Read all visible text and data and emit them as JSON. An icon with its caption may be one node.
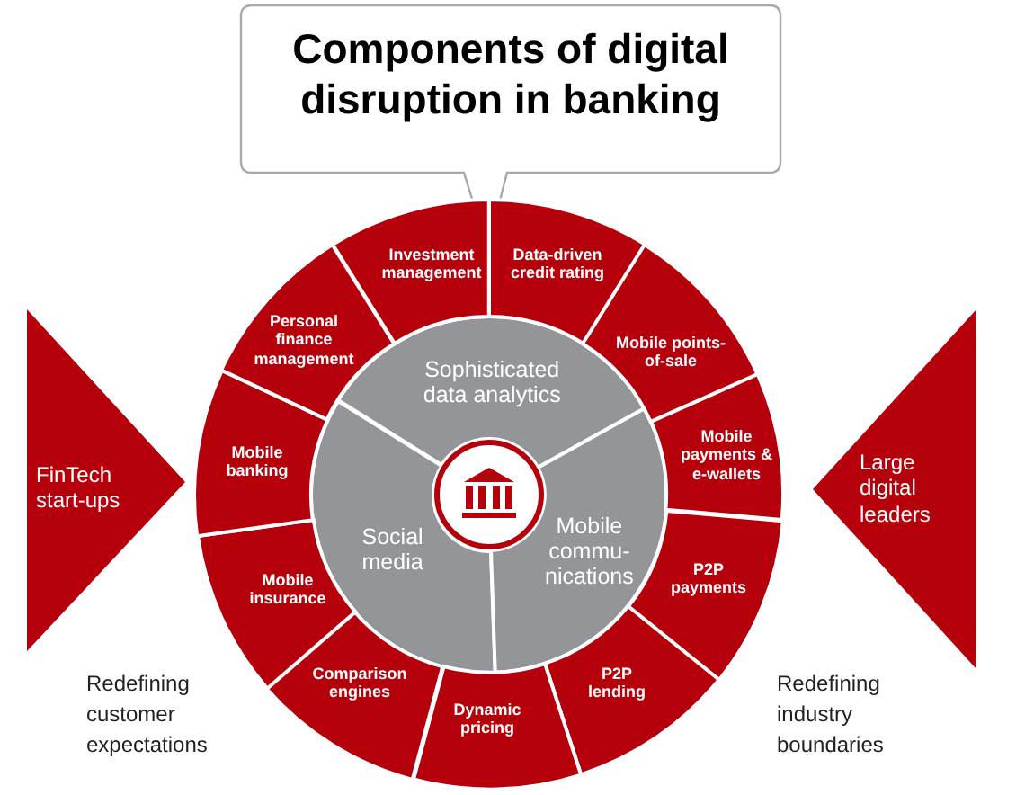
{
  "diagram": {
    "title": "Components of digital disruption in banking",
    "nodes": [
      {
        "text": [
          "FinTech start-ups"
        ]
      },
      {
        "text": [
          "Large digital leaders"
        ]
      },
      {
        "text": [
          "Sophisticated data analytics"
        ]
      },
      {
        "text": [
          "Social media"
        ]
      },
      {
        "text": [
          "Mobile commu- nications"
        ]
      },
      {
        "text": [
          "Investment management"
        ]
      },
      {
        "text": [
          "Data-driven credit rating"
        ]
      },
      {
        "text": [
          "Mobile points-of-sale"
        ]
      },
      {
        "text": [
          "Mobile payments & e-wallets"
        ]
      },
      {
        "text": [
          "P2P payments"
        ]
      },
      {
        "text": [
          "P2P lending"
        ]
      },
      {
        "text": [
          "Dynamic pricing"
        ]
      },
      {
        "text": [
          "Comparison engines"
        ]
      },
      {
        "text": [
          "Mobile insurance"
        ]
      },
      {
        "text": [
          "Mobile banking"
        ]
      },
      {
        "text": [
          "Personal finance management"
        ]
      }
    ],
    "labels": [
      "Redefining customer expectations",
      "Redefining industry boundaries"
    ]
  }
}
